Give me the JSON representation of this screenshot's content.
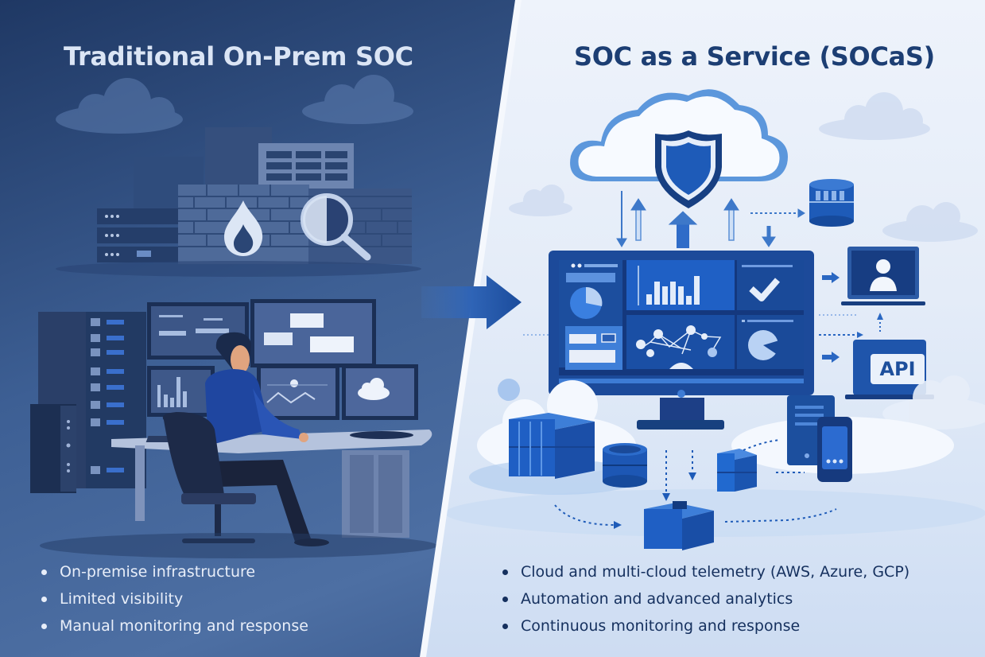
{
  "left_panel": {
    "title": "Traditional On-Prem SOC",
    "bullets": [
      "On-premise infrastructure",
      "Limited visibility",
      "Manual monitoring and response"
    ],
    "illustrations": [
      "server-rack",
      "firewall-brick-wall",
      "flame-icon",
      "magnifier-icon",
      "analyst-at-desk",
      "multi-monitor-workstation"
    ]
  },
  "right_panel": {
    "title": "SOC as a Service (SOCaS)",
    "bullets": [
      "Cloud and multi-cloud telemetry (AWS, Azure, GCP)",
      "Automation and advanced analytics",
      "Continuous monitoring and response"
    ],
    "illustrations": [
      "cloud-shield",
      "dashboard-monitor",
      "database-cylinder",
      "user-laptop",
      "api-laptop",
      "storage-boxes",
      "mobile-phone",
      "server-tower"
    ],
    "api_label": "API"
  },
  "transition_arrow": "arrow-right-icon",
  "colors": {
    "left_bg_dark": "#1f3864",
    "left_bg_mid": "#4d6fa3",
    "right_bg_light": "#eef3fb",
    "right_bg_low": "#cddcf2",
    "accent_blue": "#1e5bb8",
    "dark_navy": "#15305e"
  }
}
